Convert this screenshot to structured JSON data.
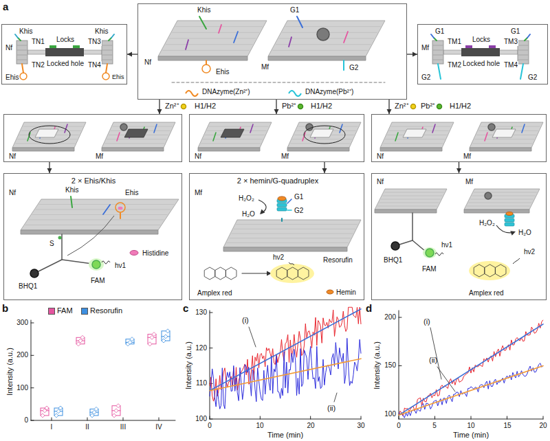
{
  "diagram": {
    "nodes": [
      {
        "text": [
          "Khis",
          "TN1",
          "Locks",
          "TN3",
          "Khis",
          "Nf",
          "TN2",
          "Locked hole",
          "TN4",
          "Ehis",
          "Ehis"
        ]
      },
      {
        "text": [
          "Khis",
          "G1",
          "Nf",
          "Mf",
          "Ehis",
          "G2",
          "DNAzyme(Zn²⁺)",
          "DNAzyme(Pb²⁺)"
        ]
      },
      {
        "text": [
          "G1",
          "TM1",
          "Locks",
          "TM3",
          "G1",
          "Mf",
          "TM2",
          "Locked hole",
          "TM4",
          "G2",
          "G2"
        ]
      },
      {
        "text": [
          "Nf",
          "Mf"
        ]
      },
      {
        "text": [
          "Nf",
          "Mf"
        ]
      },
      {
        "text": [
          "Nf",
          "Mf"
        ]
      },
      {
        "text": [
          "2 × Ehis/Khis",
          "Nf",
          "Khis",
          "Ehis",
          "S",
          "hν1",
          "Histidine",
          "FAM",
          "BHQ1"
        ]
      },
      {
        "text": [
          "2 × hemin/G-quadruplex",
          "Mf",
          "H₂O₂",
          "G1",
          "G2",
          "H₂O",
          "hν2",
          "Resorufin",
          "Amplex red",
          "Hemin"
        ]
      },
      {
        "text": [
          "Nf",
          "Mf",
          "H₂O₂",
          "H₂O",
          "hν1",
          "hν2",
          "BHQ1",
          "FAM",
          "Amplex red"
        ]
      }
    ],
    "edges": [
      {
        "from": 1,
        "to": 0,
        "arrow": "to"
      },
      {
        "from": 1,
        "to": 2,
        "arrow": "to"
      },
      {
        "from": 1,
        "to": 3,
        "arrow": "to"
      },
      {
        "from": 1,
        "to": 4,
        "arrow": "to"
      },
      {
        "from": 1,
        "to": 5,
        "arrow": "to"
      },
      {
        "from": 3,
        "to": 6,
        "arrow": "to"
      },
      {
        "from": 4,
        "to": 7,
        "arrow": "to"
      },
      {
        "from": 5,
        "to": 8,
        "arrow": "to"
      }
    ],
    "labels": [
      "a",
      "Zn²⁺",
      "H1/H2",
      "Pb²⁺",
      "H1/H2",
      "Zn²⁺",
      "Pb²⁺",
      "H1/H2",
      "b",
      "Intensity (a.u.)",
      "300",
      "200",
      "100",
      "0",
      "I",
      "II",
      "III",
      "IV",
      "c",
      "Intensity (a.u.)",
      "130",
      "120",
      "110",
      "100",
      "0",
      "10",
      "20",
      "30",
      "Time (min)",
      "(i)",
      "(ii)",
      "d",
      "Intensity (a.u.)",
      "200",
      "150",
      "100",
      "0",
      "5",
      "10",
      "15",
      "20",
      "Time (min)",
      "(i)",
      "(ii)"
    ],
    "legend": [
      {
        "text": "FAM",
        "color": "#e5559f"
      },
      {
        "text": "Resorufin",
        "color": "#3d8fe0"
      }
    ]
  }
}
